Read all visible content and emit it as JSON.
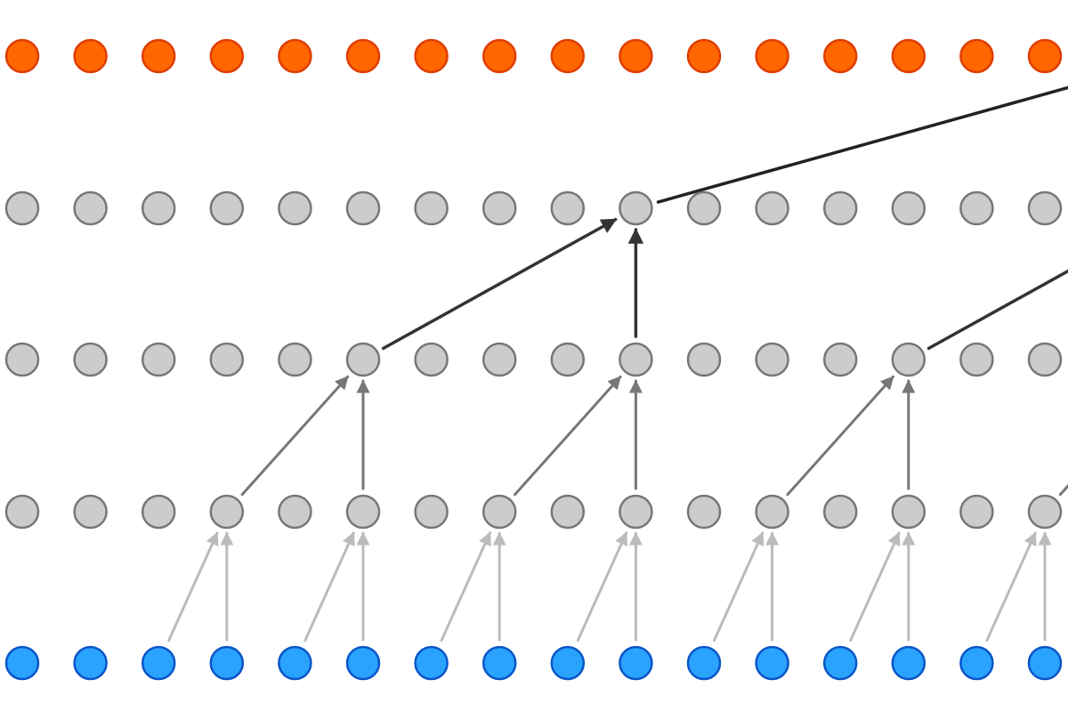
{
  "diagram": {
    "type": "dilated-causal-convolution-stack",
    "node_columns_visible": 16,
    "layers": [
      {
        "role": "output",
        "fill": "#ff6600",
        "stroke": "#e03c00"
      },
      {
        "role": "hidden",
        "fill": "#cccccc",
        "stroke": "#777777"
      },
      {
        "role": "hidden",
        "fill": "#cccccc",
        "stroke": "#777777"
      },
      {
        "role": "hidden",
        "fill": "#cccccc",
        "stroke": "#777777"
      },
      {
        "role": "input",
        "fill": "#2aa3ff",
        "stroke": "#0a55c8"
      }
    ],
    "connections": [
      {
        "from_layer": 4,
        "to_layer": 3,
        "dilation": 1,
        "color": "#bbbbbb"
      },
      {
        "from_layer": 3,
        "to_layer": 2,
        "dilation": 2,
        "color": "#777777"
      },
      {
        "from_layer": 2,
        "to_layer": 1,
        "dilation": 4,
        "color": "#333333"
      },
      {
        "from_layer": 1,
        "to_layer": 0,
        "dilation": 8,
        "color": "#222222"
      }
    ]
  }
}
